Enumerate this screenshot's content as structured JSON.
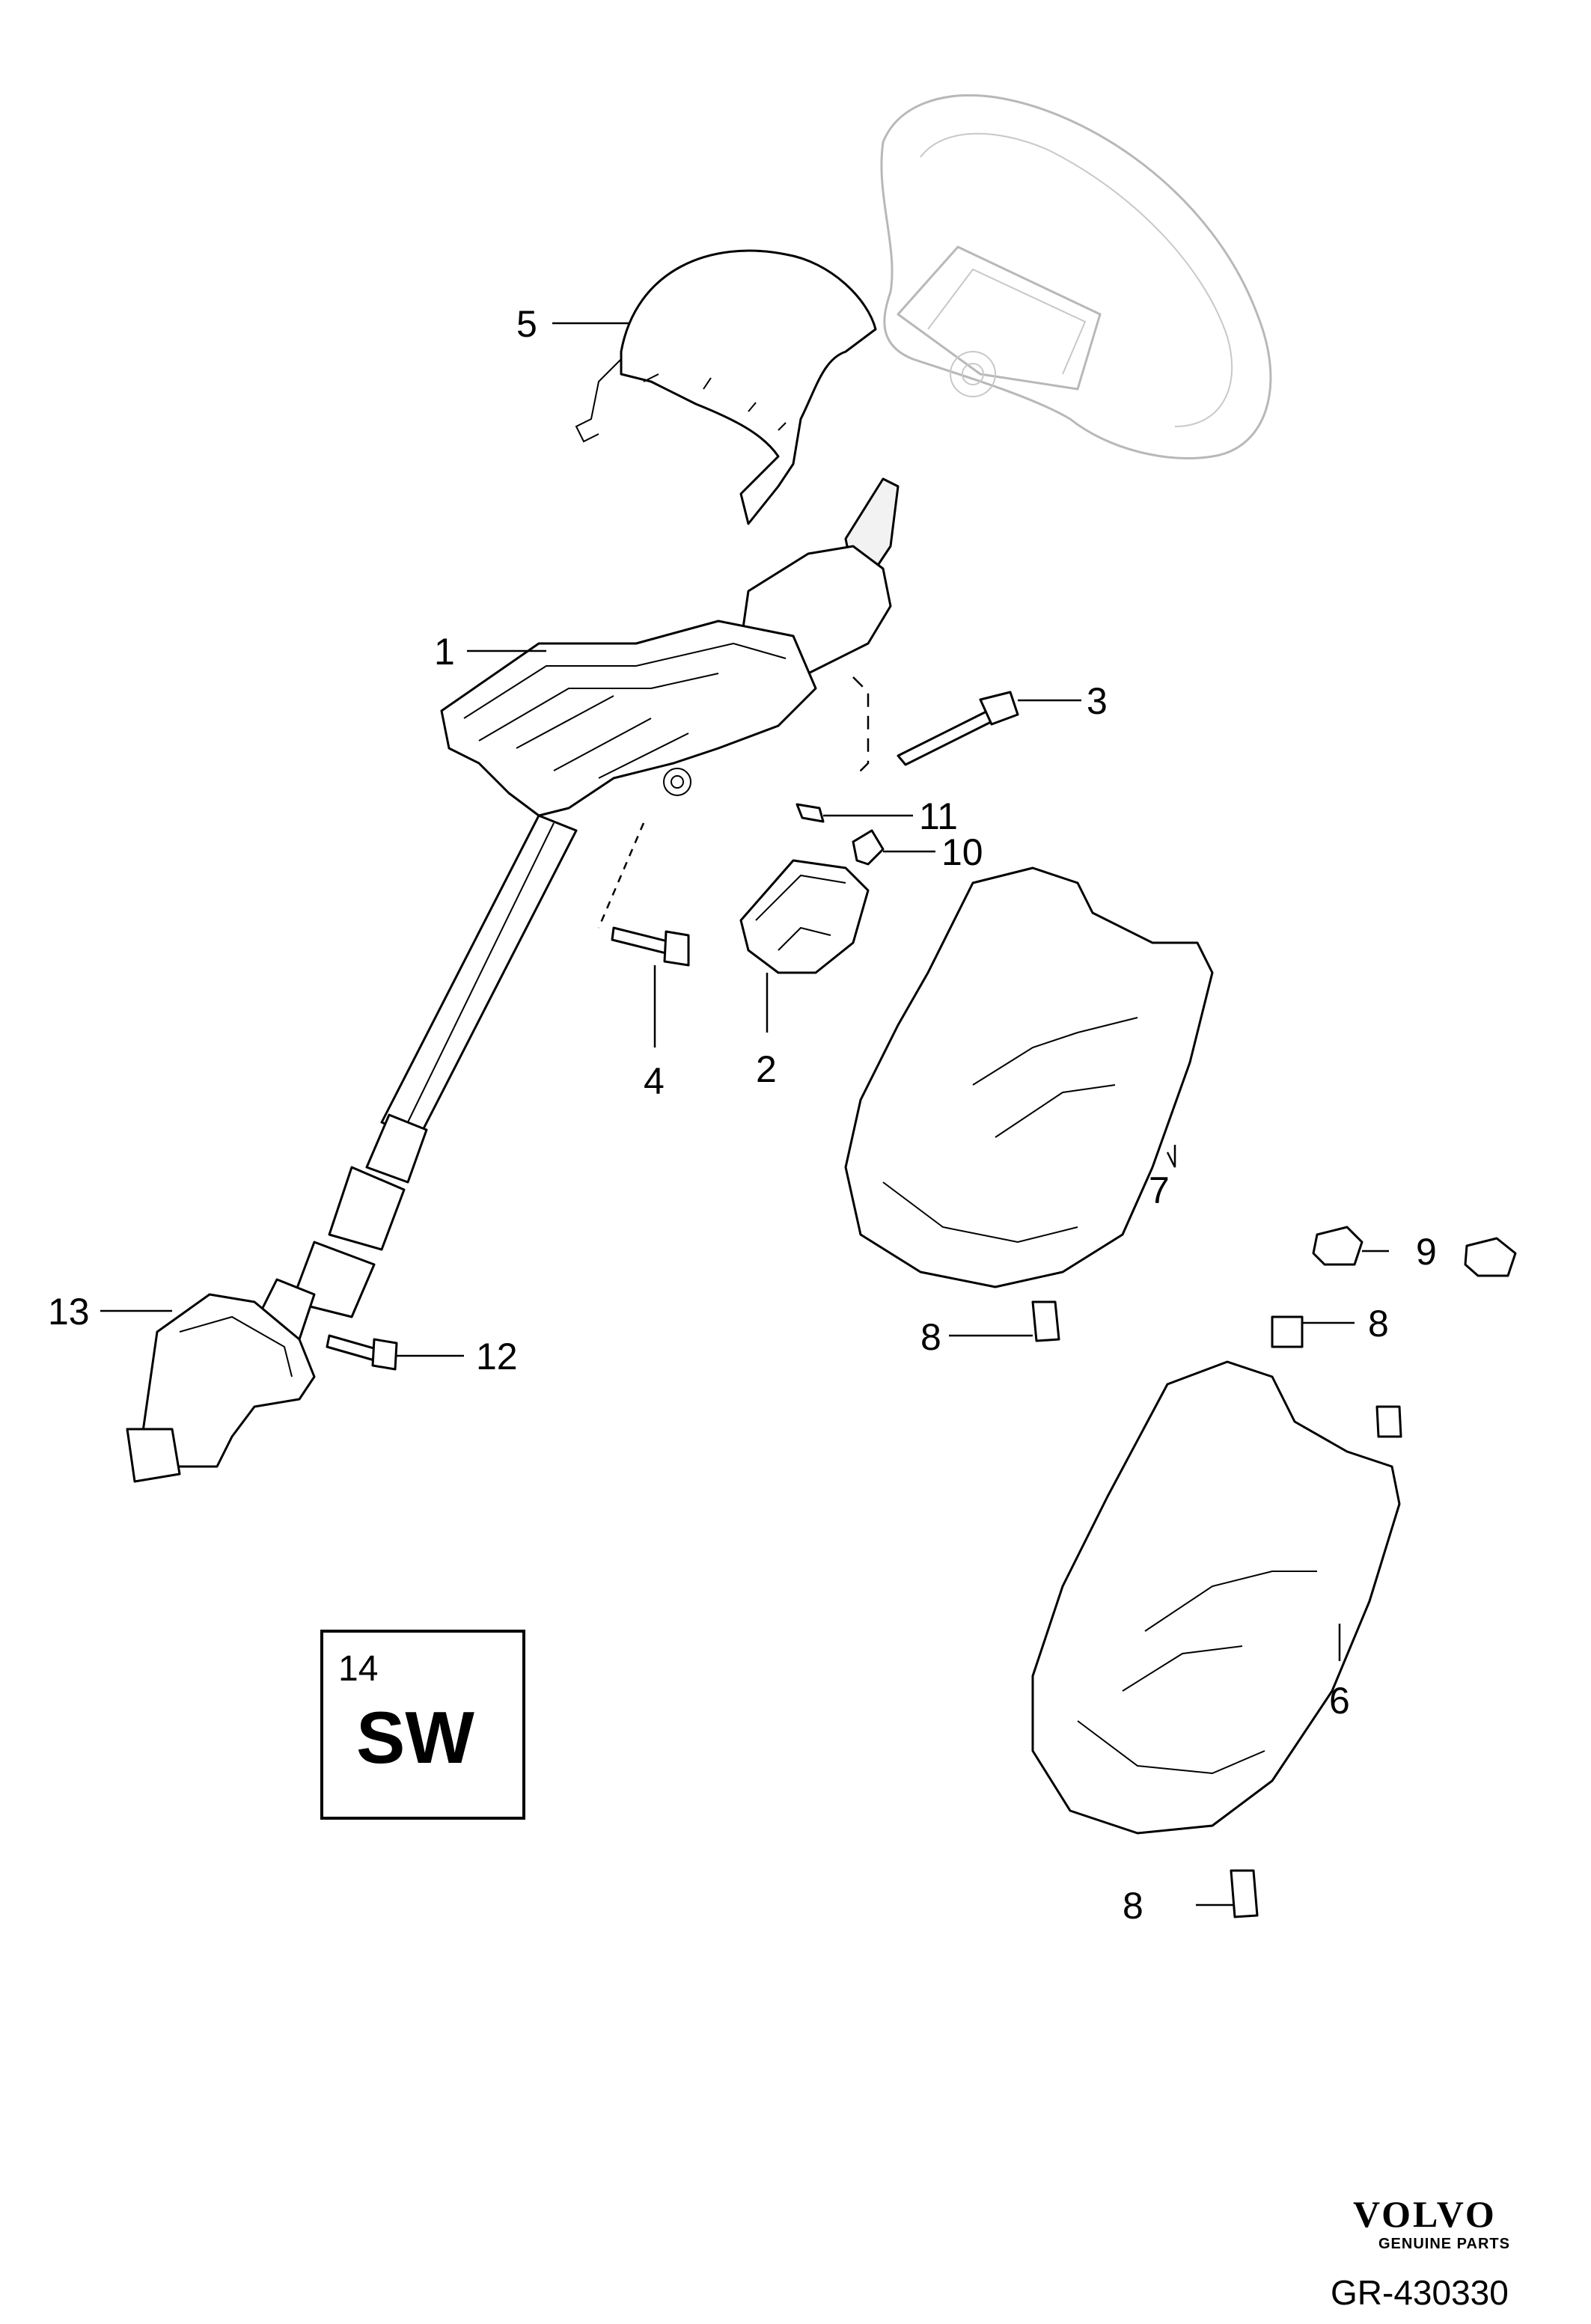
{
  "callouts": {
    "c1": "1",
    "c2": "2",
    "c3": "3",
    "c4": "4",
    "c5": "5",
    "c6": "6",
    "c7": "7",
    "c8a": "8",
    "c8b": "8",
    "c8c": "8",
    "c9": "9",
    "c10": "10",
    "c11": "11",
    "c12": "12",
    "c13": "13"
  },
  "variant_box": {
    "number": "14",
    "code": "SW"
  },
  "brand": {
    "name": "VOLVO",
    "tagline": "GENUINE PARTS"
  },
  "reference": "GR-430330"
}
